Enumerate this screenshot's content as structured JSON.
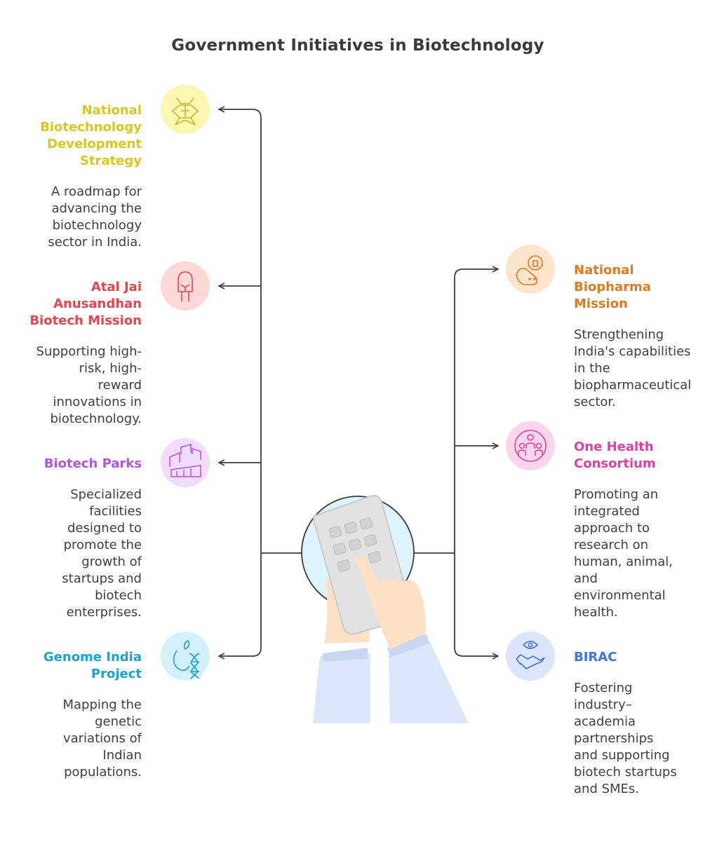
{
  "title": "Government Initiatives in Biotechnology",
  "initiatives_left": [
    {
      "heading": "National Biotechnology Development Strategy",
      "heading_lines": [
        "National",
        "Biotechnology",
        "Development",
        "Strategy"
      ],
      "description_lines": [
        "A roadmap for",
        "advancing the",
        "biotechnology",
        "sector in India."
      ],
      "color": "#d9c71c",
      "icon": "dna-network-icon"
    },
    {
      "heading": "Atal Jai Anusandhan Biotech Mission",
      "heading_lines": [
        "Atal Jai",
        "Anusandhan",
        "Biotech Mission"
      ],
      "description_lines": [
        "Supporting high-",
        "risk, high-",
        "reward",
        "innovations in",
        "biotechnology."
      ],
      "color": "#e0474f",
      "icon": "lightbulb-icon"
    },
    {
      "heading": "Biotech Parks",
      "heading_lines": [
        "Biotech Parks"
      ],
      "description_lines": [
        "Specialized",
        "facilities",
        "designed to",
        "promote the",
        "growth of",
        "startups and",
        "biotech",
        "enterprises."
      ],
      "color": "#b455e0",
      "icon": "buildings-icon"
    },
    {
      "heading": "Genome India Project",
      "heading_lines": [
        "Genome India",
        "Project"
      ],
      "description_lines": [
        "Mapping the",
        "genetic",
        "variations of",
        "Indian",
        "populations."
      ],
      "color": "#1aa3d4",
      "icon": "dna-plant-icon"
    }
  ],
  "initiatives_right": [
    {
      "heading": "National Biopharma Mission",
      "heading_lines": [
        "National",
        "Biopharma",
        "Mission"
      ],
      "description_lines": [
        "Strengthening",
        "India's capabilities",
        "in the",
        "biopharmaceutical",
        "sector."
      ],
      "color": "#e07a1f",
      "icon": "hand-medicine-icon"
    },
    {
      "heading": "One Health Consortium",
      "heading_lines": [
        "One Health",
        "Consortium"
      ],
      "description_lines": [
        "Promoting an",
        "integrated",
        "approach to",
        "research on",
        "human, animal,",
        "and",
        "environmental",
        "health."
      ],
      "color": "#de3fa3",
      "icon": "people-group-icon"
    },
    {
      "heading": "BIRAC",
      "heading_lines": [
        "BIRAC"
      ],
      "description_lines": [
        "Fostering",
        "industry–",
        "academia",
        "partnerships",
        "and supporting",
        "biotech startups",
        "and SMEs."
      ],
      "color": "#3f73e0",
      "icon": "handshake-eye-icon"
    }
  ],
  "center_icon": "hand-calculator-icon"
}
